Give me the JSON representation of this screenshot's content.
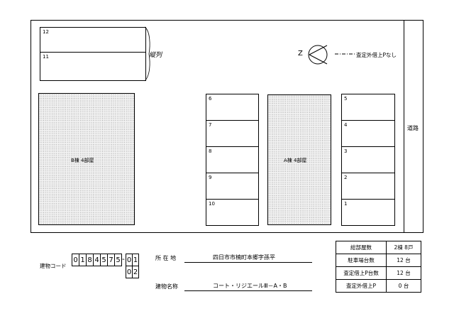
{
  "map": {
    "road_label": "道路",
    "top_row": [
      "12",
      "11"
    ],
    "handwritten_note": "縦列",
    "north_symbol": "Z",
    "legend_text": "査定外借上Pなし",
    "buildings": [
      {
        "label": "B棟 4部屋"
      },
      {
        "label": "A棟 4部屋"
      }
    ],
    "middle_column": [
      "6",
      "7",
      "8",
      "9",
      "10"
    ],
    "right_column": [
      "5",
      "4",
      "3",
      "2",
      "1"
    ]
  },
  "info": {
    "building_code_label": "建物コード",
    "building_code_digits": [
      "0",
      "1",
      "8",
      "4",
      "5",
      "7",
      "5"
    ],
    "code_separator": "-",
    "code_suffix_1": [
      "0",
      "1"
    ],
    "code_suffix_2": [
      "0",
      "2"
    ],
    "address_label": "所 在 地",
    "address_value": "四日市市楠町本郷字孫平",
    "name_label": "建物名称",
    "name_value": "コート・リジエールⅢ－A・B"
  },
  "summary": [
    {
      "label": "総部屋数",
      "value": "2棟 8戸"
    },
    {
      "label": "駐車場台数",
      "value": "12 台"
    },
    {
      "label": "査定借上P台数",
      "value": "12 台"
    },
    {
      "label": "査定外借上P",
      "value": "0 台"
    }
  ]
}
